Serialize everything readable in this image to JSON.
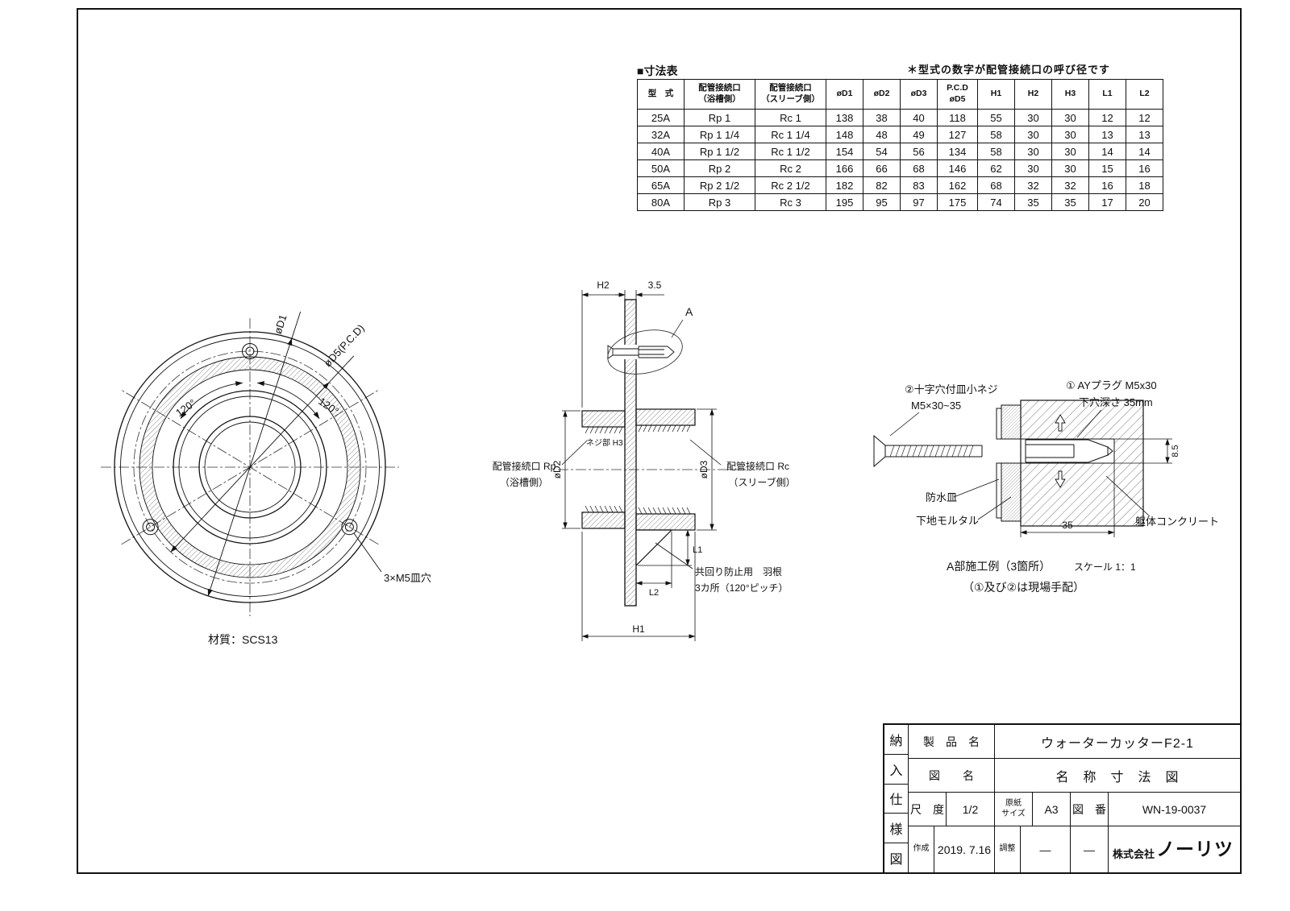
{
  "dim_table": {
    "title": "■寸法表",
    "note": "＊型式の数字が配管接続口の呼び径です",
    "headers": {
      "model": "型　式",
      "port_bath": "配管接続口\n（浴槽側）",
      "port_sleeve": "配管接続口\n（スリーブ側）",
      "d1": "øD1",
      "d2": "øD2",
      "d3": "øD3",
      "pcd": "P.C.D\nøD5",
      "h1": "H1",
      "h2": "H2",
      "h3": "H3",
      "l1": "L1",
      "l2": "L2"
    },
    "rows": [
      [
        "25A",
        "Rp 1",
        "Rc 1",
        "138",
        "38",
        "40",
        "118",
        "55",
        "30",
        "30",
        "12",
        "12"
      ],
      [
        "32A",
        "Rp 1 1/4",
        "Rc 1 1/4",
        "148",
        "48",
        "49",
        "127",
        "58",
        "30",
        "30",
        "13",
        "13"
      ],
      [
        "40A",
        "Rp 1 1/2",
        "Rc 1 1/2",
        "154",
        "54",
        "56",
        "134",
        "58",
        "30",
        "30",
        "14",
        "14"
      ],
      [
        "50A",
        "Rp 2",
        "Rc 2",
        "166",
        "66",
        "68",
        "146",
        "62",
        "30",
        "30",
        "15",
        "16"
      ],
      [
        "65A",
        "Rp 2 1/2",
        "Rc 2 1/2",
        "182",
        "82",
        "83",
        "162",
        "68",
        "32",
        "32",
        "16",
        "18"
      ],
      [
        "80A",
        "Rp 3",
        "Rc 3",
        "195",
        "95",
        "97",
        "175",
        "74",
        "35",
        "35",
        "17",
        "20"
      ]
    ]
  },
  "front_view": {
    "dia_d1": "øD1",
    "dia_d5": "øD5(P.C.D)",
    "angle1": "120°",
    "angle2": "120°",
    "holes": "3×M5皿穴",
    "material": "材質：SCS13"
  },
  "section_view": {
    "dim_h2": "H2",
    "dim_35": "3.5",
    "detail_a": "A",
    "port_rp_1": "配管接続口 Rp",
    "port_rp_2": "（浴槽側）",
    "thread_h3": "ネジ部 H3",
    "dia_d2": "øD2",
    "dia_d3": "øD3",
    "port_rc_1": "配管接続口 Rc",
    "port_rc_2": "（スリーブ側）",
    "dim_l1": "L1",
    "dim_l2": "L2",
    "dim_h1": "H1",
    "vane_1": "共回り防止用　羽根",
    "vane_2": "3カ所（120°ピッチ）"
  },
  "detail_view": {
    "screw_label": "②十字穴付皿小ネジ",
    "screw_size": "M5×30~35",
    "plug_label": "① AYプラグ M5x30",
    "plug_depth": "下穴深さ 35mm",
    "dim_85": "8.5",
    "pan": "防水皿",
    "mortar": "下地モルタル",
    "concrete": "躯体コンクリート",
    "dim_35": "35",
    "caption": "A部施工例（3箇所）",
    "scale_note": "スケール 1：1",
    "note2": "（①及び②は現場手配）"
  },
  "title_block": {
    "doc_type_chars": [
      "納",
      "入",
      "仕",
      "様",
      "図"
    ],
    "product_label": "製　品　名",
    "product_value": "ウォーターカッターF2-1",
    "drawing_label": "図　　名",
    "drawing_value": "名　称　寸　法　図",
    "scale_label": "尺　度",
    "scale_value": "1/2",
    "paper_label": "原紙\nサイズ",
    "paper_value": "A3",
    "number_label": "図　番",
    "number_value": "WN-19-0037",
    "created_label": "作成",
    "created_value": "2019. 7.16",
    "adjust_label": "調整",
    "adjust_value": "―",
    "blank_value": "―",
    "company_prefix": "株式会社",
    "company_name": "ノーリツ"
  }
}
